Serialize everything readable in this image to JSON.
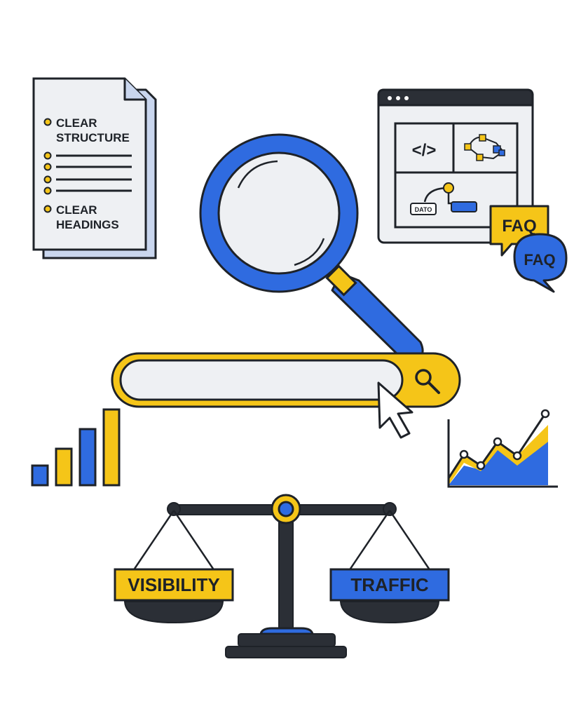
{
  "document": {
    "items": [
      {
        "line1": "CLEAR",
        "line2": "STRUCTURE"
      },
      {
        "line1": "CLEAR",
        "line2": "HEADINGS"
      }
    ]
  },
  "browser": {
    "code_symbol": "</>",
    "data_tag": "DATO"
  },
  "faq": {
    "front": "FAQ",
    "back": "FAQ"
  },
  "scale": {
    "left_label": "VISIBILITY",
    "right_label": "TRAFFIC"
  },
  "colors": {
    "yellow": "#F5C518",
    "blue": "#2F6BE0",
    "dark": "#2B2F36",
    "paper": "#EEF0F3",
    "paper_back": "#C9D6EE",
    "outline": "#1E2228"
  },
  "icons": [
    "document-icon",
    "browser-window-icon",
    "code-icon",
    "flowchart-icon",
    "faq-bubble-icon",
    "magnifying-glass-icon",
    "search-icon",
    "mouse-cursor-icon",
    "bar-chart-icon",
    "line-chart-icon",
    "balance-scale-icon"
  ]
}
